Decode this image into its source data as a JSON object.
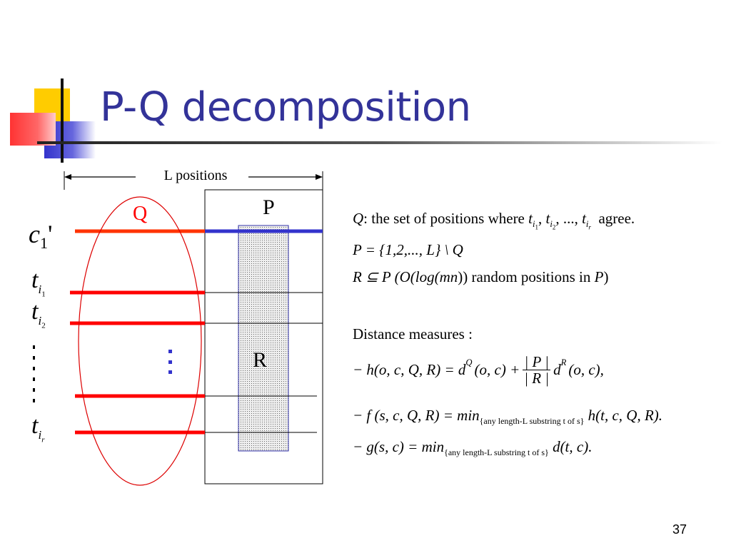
{
  "slide": {
    "title": "P-Q decomposition",
    "page_number": "37"
  },
  "diagram": {
    "l_positions_label": "L positions",
    "q_label": "Q",
    "p_label": "P",
    "r_label": "R",
    "c_label": "c",
    "c_sub": "1",
    "c_prime": "'",
    "t_label": "t",
    "t_i": "i",
    "t1_sub": "1",
    "t2_sub": "2",
    "tr_sub": "r",
    "colors": {
      "red": "#ff0000",
      "orange_red": "#ff3300",
      "blue": "#3333cc",
      "title": "#333399",
      "r_fill": "#d8d8d8",
      "r_border": "#3333aa"
    }
  },
  "definitions": {
    "q_def_sym": "Q",
    "q_def_text": ": the set of positions where ",
    "q_def_list": ", ..., ",
    "q_def_end": "agree.",
    "p_def": "P = {1,2,..., L} \\ Q",
    "r_def_a": "R ⊆ P (O(log(",
    "r_def_mn": "mn",
    "r_def_b": ")) random positions in ",
    "r_def_p": "P",
    "r_def_c": ")",
    "distance_heading": "Distance measures :",
    "h_lhs": "− h(o, c, Q, R) = d",
    "h_sup_q": "Q",
    "h_mid": "(o, c) +",
    "h_frac_num": "| P |",
    "h_frac_den": "| R |",
    "h_d": "d",
    "h_sup_r": "R",
    "h_end": "(o, c),",
    "f_lhs": "− f (s, c, Q, R) = min",
    "f_sub": "{any length-L substring t of s}",
    "f_rhs": "h(t, c, Q, R).",
    "g_lhs": "− g(s, c) = min",
    "g_sub": "{any length-L substring t of s}",
    "g_rhs": "d(t, c)."
  }
}
